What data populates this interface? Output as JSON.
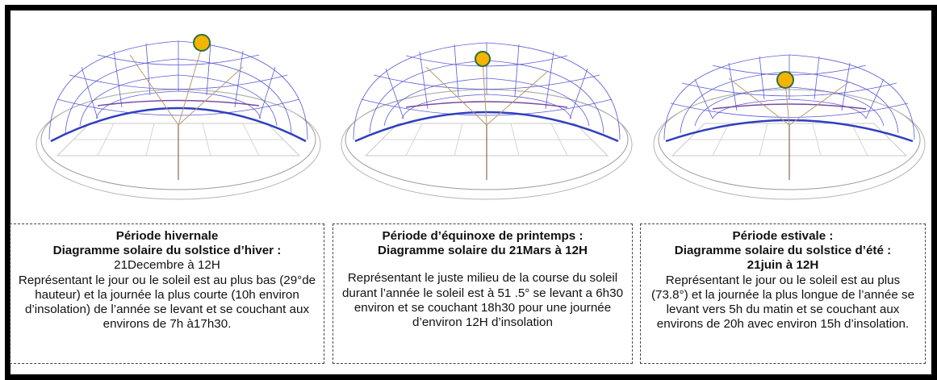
{
  "panels": [
    {
      "title": "Période hivernale",
      "subtitle": "Diagramme solaire du solstice d’hiver :",
      "date": "21Decembre à 12H",
      "description": "Représentant le jour ou le soleil est au plus bas (29°de hauteur) et la journée la plus courte (10h environ d’insolation) de l’année se levant et se couchant aux environs de 7h à17h30."
    },
    {
      "title": "Période d’équinoxe de printemps :",
      "subtitle": "Diagramme solaire du 21Mars à 12H",
      "description": "Représentant le juste milieu de la course du soleil durant l’année le soleil est à 51 .5° se levant a 6h30 environ et se couchant 18h30 pour une journée d’environ 12H d’insolation"
    },
    {
      "title": "Période estivale :",
      "subtitle": "Diagramme solaire du solstice d’été :",
      "date": "21juin à 12H",
      "description": "Représentant le jour ou le soleil est au plus (73.8°) et la journée la plus longue de l’année se levant vers 5h du matin et se couchant aux environs de 20h avec environ 15h d’insolation."
    }
  ],
  "colors": {
    "grid": "#5b5bd6",
    "path": "#2f3fc0",
    "sun_fill": "#f5b400",
    "sun_stroke": "#2e6f3e",
    "ray": "#b89a6a",
    "ground": "#9a9a9a"
  },
  "sun_icon": "sun-icon"
}
